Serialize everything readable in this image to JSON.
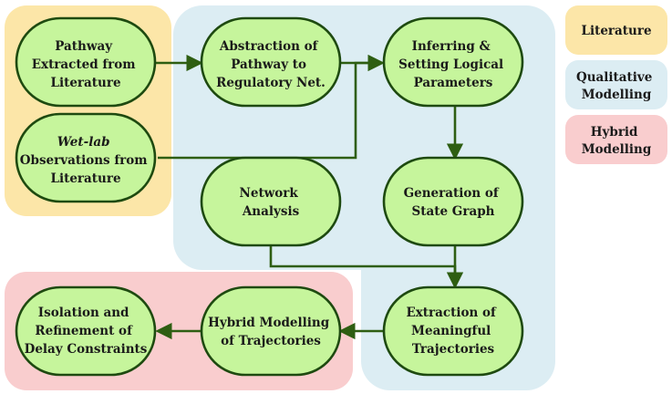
{
  "colors": {
    "literature_bg": "#fce6a8",
    "qualitative_bg": "#dcedf3",
    "hybrid_bg": "#f9cdce",
    "node_fill": "#c6f59c",
    "node_stroke": "#1e4a10",
    "edge": "#2e5e12"
  },
  "nodes": {
    "pathway": [
      "Pathway",
      "Extracted from",
      "Literature"
    ],
    "wetlab": [
      "Wet-lab",
      "Observations from",
      "Literature"
    ],
    "abstraction": [
      "Abstraction of",
      "Pathway to",
      "Regulatory Net."
    ],
    "inferring": [
      "Inferring &",
      "Setting Logical",
      "Parameters"
    ],
    "network": [
      "Network",
      "Analysis"
    ],
    "generation": [
      "Generation of",
      "State Graph"
    ],
    "extraction": [
      "Extraction of",
      "Meaningful",
      "Trajectories"
    ],
    "hybrid_traj": [
      "Hybrid Modelling",
      "of Trajectories"
    ],
    "isolation": [
      "Isolation and",
      "Refinement of",
      "Delay Constraints"
    ]
  },
  "legend": {
    "literature": [
      "Literature"
    ],
    "qualitative": [
      "Qualitative",
      "Modelling"
    ],
    "hybrid": [
      "Hybrid",
      "Modelling"
    ]
  }
}
